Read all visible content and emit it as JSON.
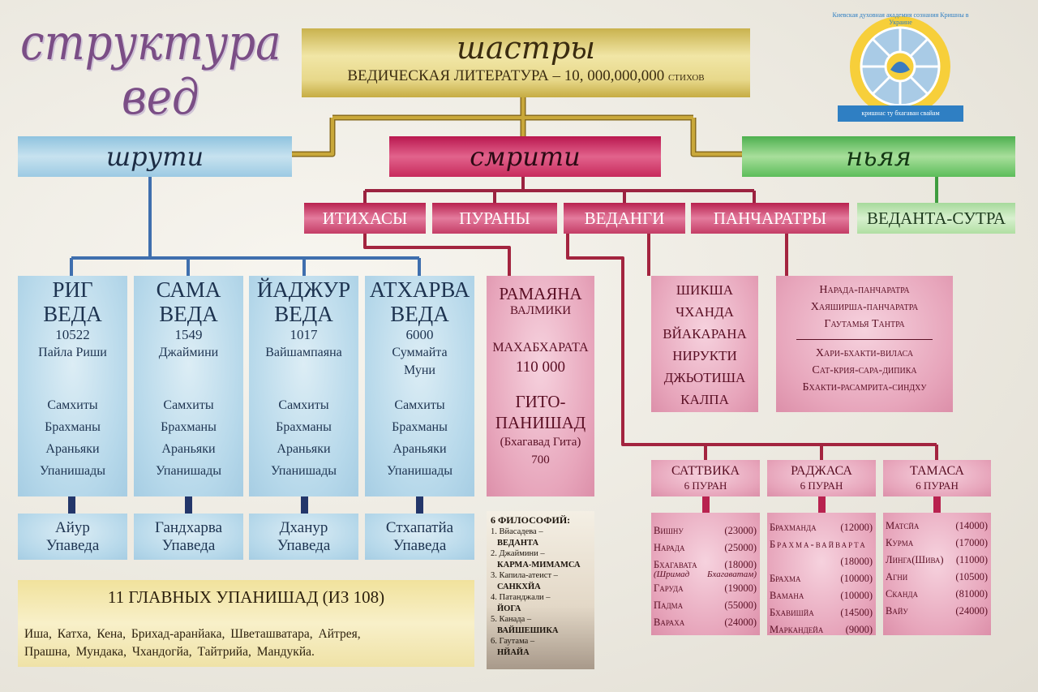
{
  "title": {
    "line1": "структура",
    "line2": "вед"
  },
  "shastra": {
    "title": "шастры",
    "subtitle": "ВЕДИЧЕСКАЯ ЛИТЕРАТУРА – 10, 000,000,000",
    "unit": "стихов"
  },
  "logo": {
    "arc_text": "Киевская духовная академия сознания Кришны в Украине",
    "ribbon_text": "кришнас ту бхагаван свайам"
  },
  "shruti": {
    "title": "шрути"
  },
  "smriti": {
    "title": "смрити"
  },
  "nyaya": {
    "title": "ньяя"
  },
  "smriti_branches": [
    "ИТИХАСЫ",
    "ПУРАНЫ",
    "ВЕДАНГИ",
    "ПАНЧАРАТРЫ"
  ],
  "vedanta_sutra": "ВЕДАНТА-СУТРА",
  "vedas": [
    {
      "name1": "РИГ",
      "name2": "ВЕДА",
      "count": "10522",
      "author": "Пайла Риши",
      "author2": "",
      "parts": [
        "Самхиты",
        "Брахманы",
        "Араньяки",
        "Упанишады"
      ],
      "upaveda1": "Айур",
      "upaveda2": "Упаведа"
    },
    {
      "name1": "САМА",
      "name2": "ВЕДА",
      "count": "1549",
      "author": "Джаймини",
      "author2": "",
      "parts": [
        "Самхиты",
        "Брахманы",
        "Араньяки",
        "Упанишады"
      ],
      "upaveda1": "Гандхарва",
      "upaveda2": "Упаведа"
    },
    {
      "name1": "ЙАДЖУР",
      "name2": "ВЕДА",
      "count": "1017",
      "author": "Вайшампаяна",
      "author2": "",
      "parts": [
        "Самхиты",
        "Брахманы",
        "Араньяки",
        "Упанишады"
      ],
      "upaveda1": "Дханур",
      "upaveda2": "Упаведа"
    },
    {
      "name1": "АТХАРВА",
      "name2": "ВЕДА",
      "count": "6000",
      "author": "Суммайта",
      "author2": "Муни",
      "parts": [
        "Самхиты",
        "Брахманы",
        "Араньяки",
        "Упанишады"
      ],
      "upaveda1": "Стхапатйа",
      "upaveda2": "Упаведа"
    }
  ],
  "upanishads": {
    "title": "11 ГЛАВНЫХ УПАНИШАД (ИЗ 108)",
    "line1": "Иша, Катха, Кена, Брихад-аранйака, Шветашватара, Айтрея,",
    "line2": "Прашна, Мундака, Чхандогйа, Тайтрийа, Мандукйа."
  },
  "itihasa": {
    "ramayana": "РАМАЯНА",
    "valmiki": "ВАЛМИКИ",
    "mahabharata": "МАХАБХАРАТА",
    "mb_count": "110 000",
    "gita1": "ГИТО-",
    "gita2": "ПАНИШАД",
    "gita3": "(Бхагавад Гита)",
    "gita_count": "700"
  },
  "philosophies": {
    "title": "6 ФИЛОСОФИЙ:",
    "items": [
      {
        "who": "1. Вйасадева –",
        "what": "ВЕДАНТА"
      },
      {
        "who": "2. Джаймини –",
        "what": "КАРМА-МИМАМСА"
      },
      {
        "who": "3. Капила-атеист –",
        "what": "САНКХЙА"
      },
      {
        "who": "4. Патанджали –",
        "what": "ЙОГА"
      },
      {
        "who": "5. Канада –",
        "what": "ВАЙШЕШИКА"
      },
      {
        "who": "6. Гаутама –",
        "what": "НЙАЙА"
      }
    ]
  },
  "vedangas": [
    "ШИКША",
    "ЧХАНДА",
    "ВЙАКАРАНА",
    "НИРУКТИ",
    "ДЖЬОТИША",
    "КАЛПА"
  ],
  "pancharatras": {
    "top": [
      "Нарада-панчаратра",
      "Хаяширша-панчаратра",
      "Гаутамья Тантра"
    ],
    "bottom": [
      "Хари-бхакти-виласа",
      "Сат-крия-сара-дипика",
      "Бхакти-расамрита-синдху"
    ]
  },
  "gunas": [
    {
      "name": "САТТВИКА",
      "sub": "6 ПУРАН",
      "puranas": [
        [
          "Вишну",
          "(23000)"
        ],
        [
          "Нарада",
          "(25000)"
        ],
        [
          "Бхагавата",
          "(18000)"
        ],
        [
          "Гаруда",
          "(19000)"
        ],
        [
          "Падма",
          "(55000)"
        ],
        [
          "Вараха",
          "(24000)"
        ]
      ],
      "note": [
        "(Шримад",
        "Бхагаватам)"
      ]
    },
    {
      "name": "РАДЖАСА",
      "sub": "6 ПУРАН",
      "puranas": [
        [
          "Брахманда",
          "(12000)"
        ],
        [
          "Брахма-вайварта",
          ""
        ],
        [
          "",
          "(18000)"
        ],
        [
          "Брахма",
          "(10000)"
        ],
        [
          "Вамана",
          "(10000)"
        ],
        [
          "Бхавишйа",
          "(14500)"
        ],
        [
          "Маркандейа",
          "(9000)"
        ]
      ]
    },
    {
      "name": "ТАМАСА",
      "sub": "6 ПУРАН",
      "puranas": [
        [
          "Матсйа",
          "(14000)"
        ],
        [
          "Курма",
          "(17000)"
        ],
        [
          "Линга(Шива)",
          "(11000)"
        ],
        [
          "Агни",
          "(10500)"
        ],
        [
          "Сканда",
          "(81000)"
        ],
        [
          "Вайу",
          "(24000)"
        ]
      ]
    }
  ],
  "colors": {
    "gold": "#c9b24e",
    "blue": "#8fc3df",
    "crimson": "#c72a5c",
    "green": "#4db04f",
    "title": "#7b4e86"
  }
}
